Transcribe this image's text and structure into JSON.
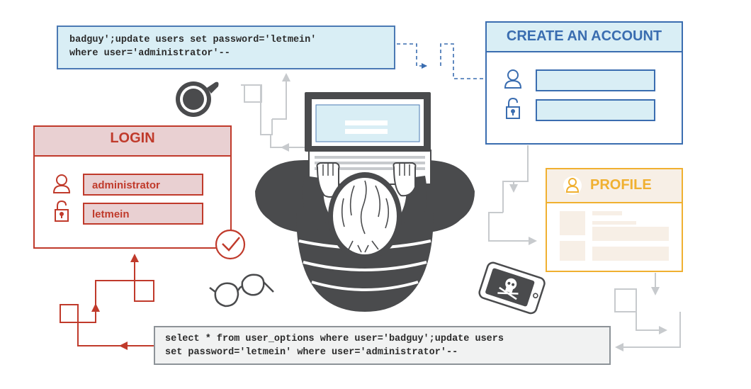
{
  "colors": {
    "red": "#c03a2b",
    "red_fill": "#e9d0d2",
    "blue": "#3a6db0",
    "blue_fill": "#d9eef5",
    "yellow": "#f0b030",
    "yellow_fill": "#f7efe6",
    "dark": "#4a4b4d",
    "gray_line": "#c7cacd"
  },
  "sql_top": {
    "line1": "badguy';update users set password='letmein'",
    "line2": "where user='administrator'--"
  },
  "sql_bottom": {
    "line1": "select * from user_options where user='badguy';update users",
    "line2": "set password='letmein' where user='administrator'--"
  },
  "login": {
    "title": "LOGIN",
    "username_value": "administrator",
    "password_value": "letmein"
  },
  "create_account": {
    "title": "CREATE AN ACCOUNT"
  },
  "profile": {
    "title": "PROFILE"
  },
  "icons": {
    "user": "user-icon",
    "lock": "lock-icon",
    "check": "check-circle-icon",
    "coffee": "coffee-cup-icon",
    "glasses": "glasses-icon",
    "phone": "phone-skull-icon",
    "laptop": "laptop-icon",
    "person": "person-top-view"
  }
}
